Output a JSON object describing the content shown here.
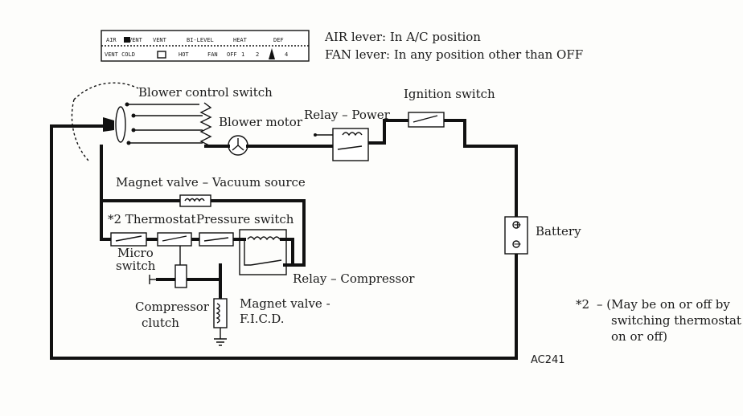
{
  "panel": {
    "top_labels": [
      "AIR",
      "VENT",
      "VENT",
      "BI-LEVEL",
      "HEAT",
      "DEF"
    ],
    "bottom_labels": [
      "VENT COLD",
      "HOT",
      "FAN",
      "OFF",
      "1",
      "2",
      "3",
      "4"
    ]
  },
  "notes": {
    "air_lever": "AIR lever:  In A/C position",
    "fan_lever": "FAN lever:  In any position other than OFF"
  },
  "labels": {
    "blower_control_switch": "Blower control switch",
    "blower_motor": "Blower motor",
    "relay_power": "Relay  –  Power",
    "ignition_switch": "Ignition switch",
    "magnet_valve_vacuum": "Magnet valve  –  Vacuum source",
    "thermostat": "*2 Thermostat",
    "pressure_switch": "Pressure switch",
    "micro_switch_1": "Micro",
    "micro_switch_2": "switch",
    "relay_compressor": "Relay  –  Compressor",
    "compressor_clutch_1": "Compressor",
    "compressor_clutch_2": "clutch",
    "magnet_valve_ficd_1": "Magnet valve  -",
    "magnet_valve_ficd_2": "F.I.C.D.",
    "battery": "Battery",
    "battery_plus": "+",
    "battery_minus": "−"
  },
  "footnote": {
    "marker": "*2",
    "line1": "–  (May be on or off by",
    "line2": "switching thermostat",
    "line3": "on or off)"
  },
  "figure_code": "AC241"
}
